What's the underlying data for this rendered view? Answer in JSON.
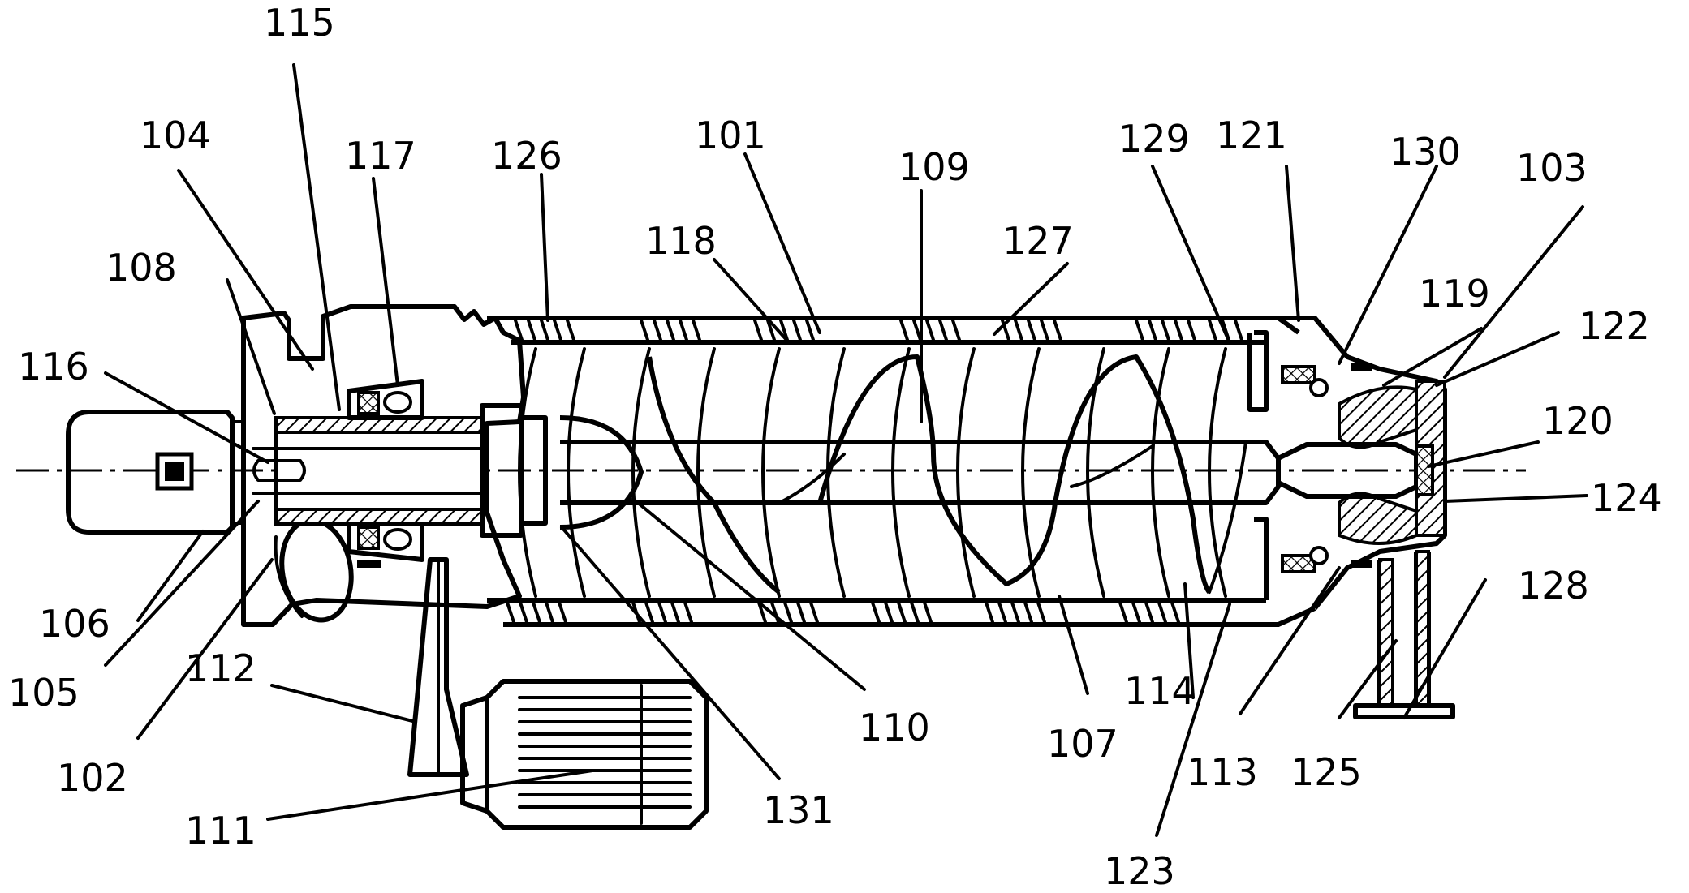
{
  "labels": {
    "l101": "101",
    "l102": "102",
    "l103": "103",
    "l104": "104",
    "l105": "105",
    "l106": "106",
    "l107": "107",
    "l108": "108",
    "l109": "109",
    "l110": "110",
    "l111": "111",
    "l112": "112",
    "l113": "113",
    "l114": "114",
    "l115": "115",
    "l116": "116",
    "l117": "117",
    "l118": "118",
    "l119": "119",
    "l120": "120",
    "l121": "121",
    "l122": "122",
    "l123": "123",
    "l124": "124",
    "l125": "125",
    "l126": "126",
    "l127": "127",
    "l128": "128",
    "l129": "129",
    "l130": "130",
    "l131": "131"
  }
}
